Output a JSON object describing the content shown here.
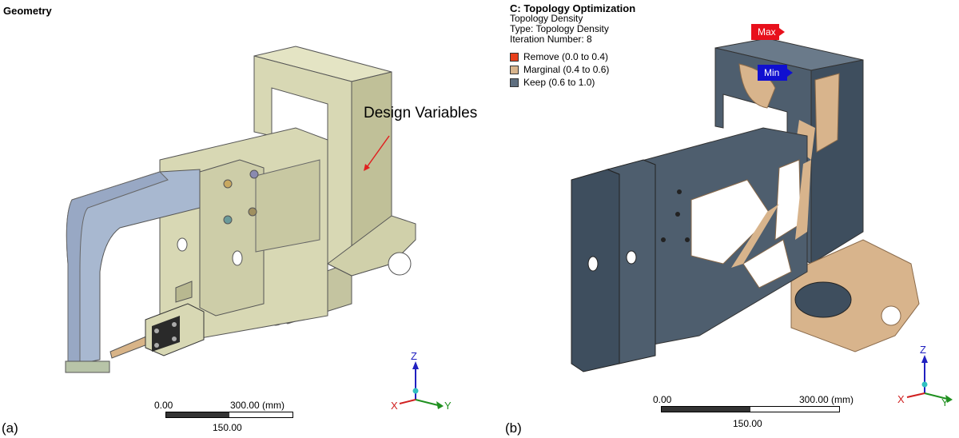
{
  "panel_a": {
    "title": "Geometry",
    "label": "(a)",
    "annotation": "Design Variables",
    "scale": {
      "start": "0.00",
      "end": "300.00 (mm)",
      "mid": "150.00"
    },
    "axes": {
      "z": "Z",
      "x": "X",
      "y": "Y"
    }
  },
  "panel_b": {
    "title": "C: Topology Optimization",
    "info": [
      "Topology Density",
      "Type: Topology Density",
      "Iteration Number: 8"
    ],
    "legend": [
      {
        "label": "Remove (0.0 to 0.4)",
        "color": "#e8401c"
      },
      {
        "label": "Marginal (0.4 to 0.6)",
        "color": "#d8b48c"
      },
      {
        "label": "Keep (0.6 to 1.0)",
        "color": "#5f6f80"
      }
    ],
    "max_label": "Max",
    "min_label": "Min",
    "label": "(b)",
    "scale": {
      "start": "0.00",
      "end": "300.00 (mm)",
      "mid": "150.00"
    },
    "axes": {
      "z": "Z",
      "x": "X",
      "y": "Y"
    }
  },
  "colors": {
    "geometry_body": "#d8d8b4",
    "geometry_shade": "#b8b890",
    "arm": "#a8b8d0",
    "keep": "#4e5e6e",
    "marginal": "#d8b48c",
    "max_marker": "#e8101c",
    "min_marker": "#1010d0"
  }
}
